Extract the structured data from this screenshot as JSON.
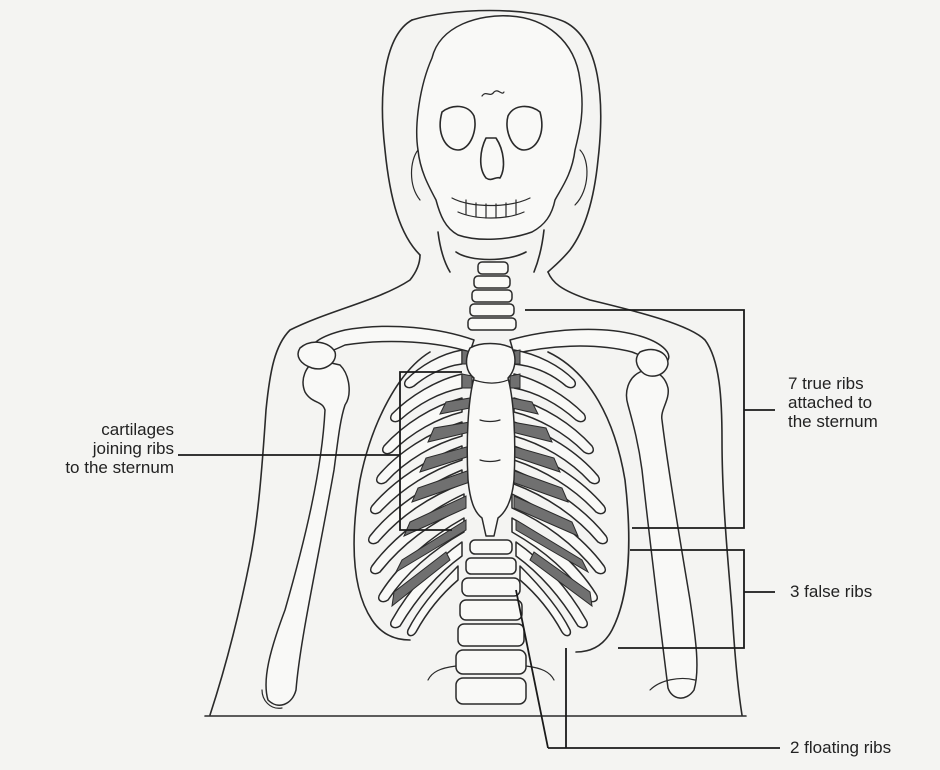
{
  "labels": {
    "cartilages": [
      "cartilages",
      "joining ribs",
      "to the sternum"
    ],
    "true_ribs": [
      "7 true ribs",
      "attached to",
      "the sternum"
    ],
    "false_ribs": [
      "3 false ribs"
    ],
    "floating_ribs": [
      "2 floating ribs"
    ]
  },
  "colors": {
    "background": "#f4f4f2",
    "line": "#2a2a2a",
    "cartilage": "#707070"
  }
}
